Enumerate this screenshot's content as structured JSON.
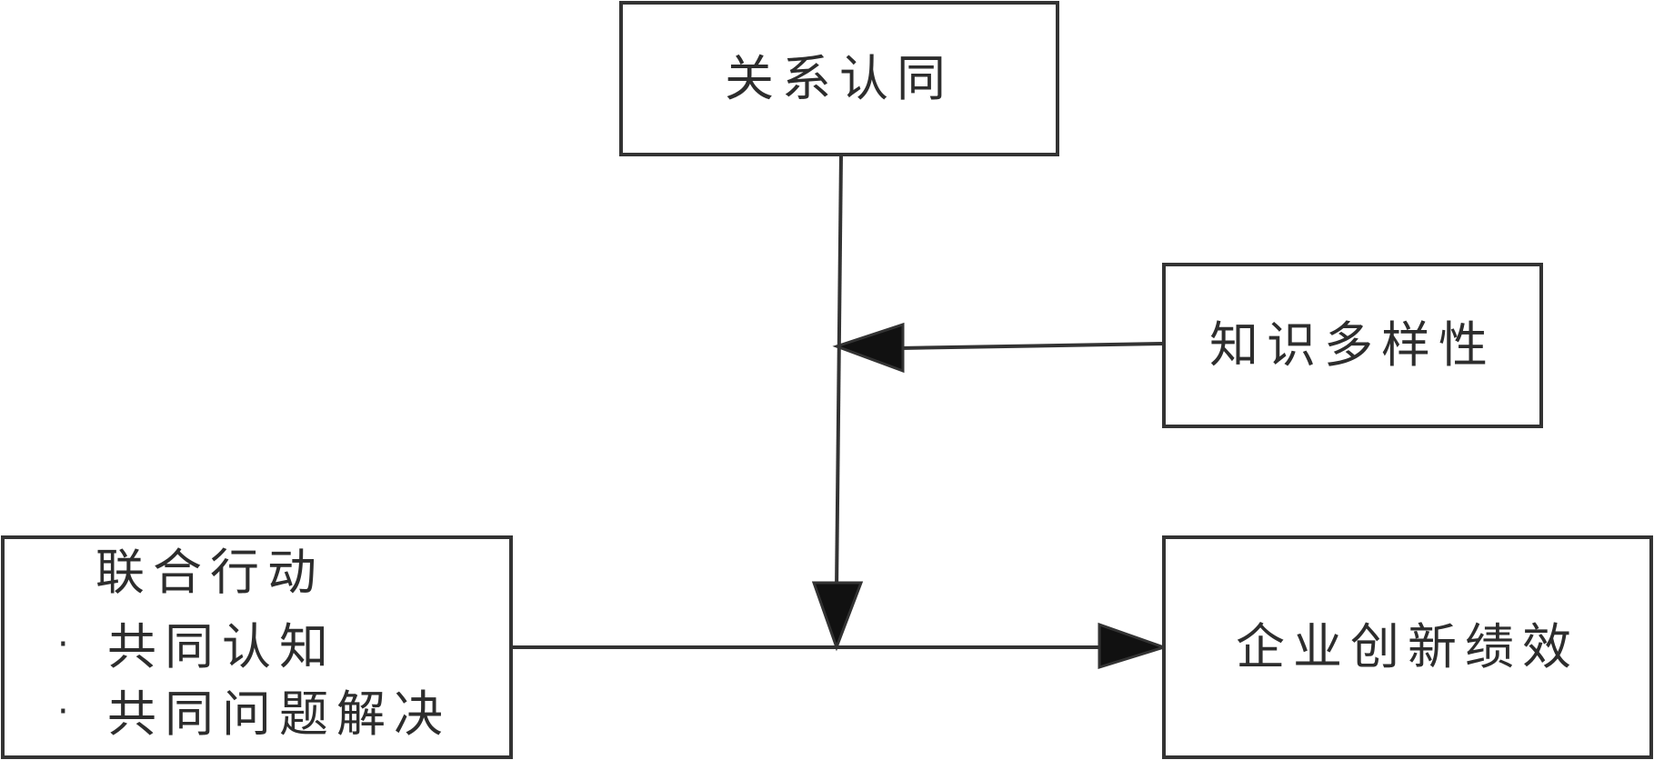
{
  "nodes": {
    "relation_identity": {
      "label": "关系认同"
    },
    "knowledge_diversity": {
      "label": "知识多样性"
    },
    "joint_action": {
      "label": "联合行动",
      "items": [
        {
          "bullet": "·",
          "text": "共同认知"
        },
        {
          "bullet": "·",
          "text": "共同问题解决"
        }
      ]
    },
    "innovation_performance": {
      "label": "企业创新绩效"
    }
  },
  "colors": {
    "stroke": "#333333",
    "arrow_fill": "#111111",
    "text": "#2d2d2d"
  }
}
